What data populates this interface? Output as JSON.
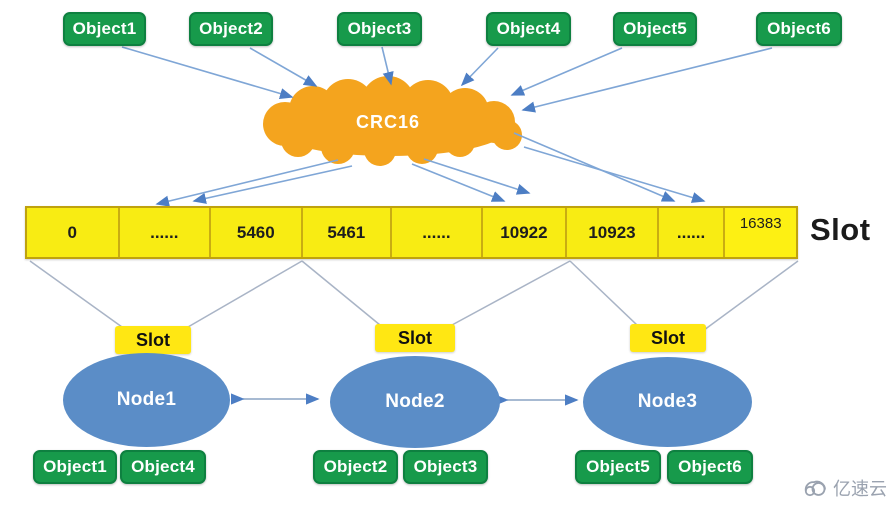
{
  "diagram": {
    "title": "hash-slot-distribution-diagram",
    "top_objects": [
      "Object1",
      "Object2",
      "Object3",
      "Object4",
      "Object5",
      "Object6"
    ],
    "hash_function": {
      "label": "CRC16"
    },
    "slot_bar": {
      "cells": [
        "0",
        "......",
        "5460",
        "5461",
        "......",
        "10922",
        "10923",
        "......",
        "16383"
      ],
      "axis_label": "Slot"
    },
    "nodes": [
      {
        "label": "Node1",
        "slot_tag": "Slot",
        "objects": [
          "Object1",
          "Object4"
        ]
      },
      {
        "label": "Node2",
        "slot_tag": "Slot",
        "objects": [
          "Object2",
          "Object3"
        ]
      },
      {
        "label": "Node3",
        "slot_tag": "Slot",
        "objects": [
          "Object5",
          "Object6"
        ]
      }
    ],
    "watermark": {
      "brand": "亿速云"
    },
    "colors": {
      "object_green": "#179a4b",
      "slot_yellow": "#f8ec13",
      "tag_yellow": "#ffe713",
      "cloud_orange": "#f4a41e",
      "node_blue": "#5b8dc7",
      "arrow_blue": "#7fa6d6",
      "connector_gray": "#a9b4c6",
      "watermark_gray": "#9aa2af"
    }
  }
}
